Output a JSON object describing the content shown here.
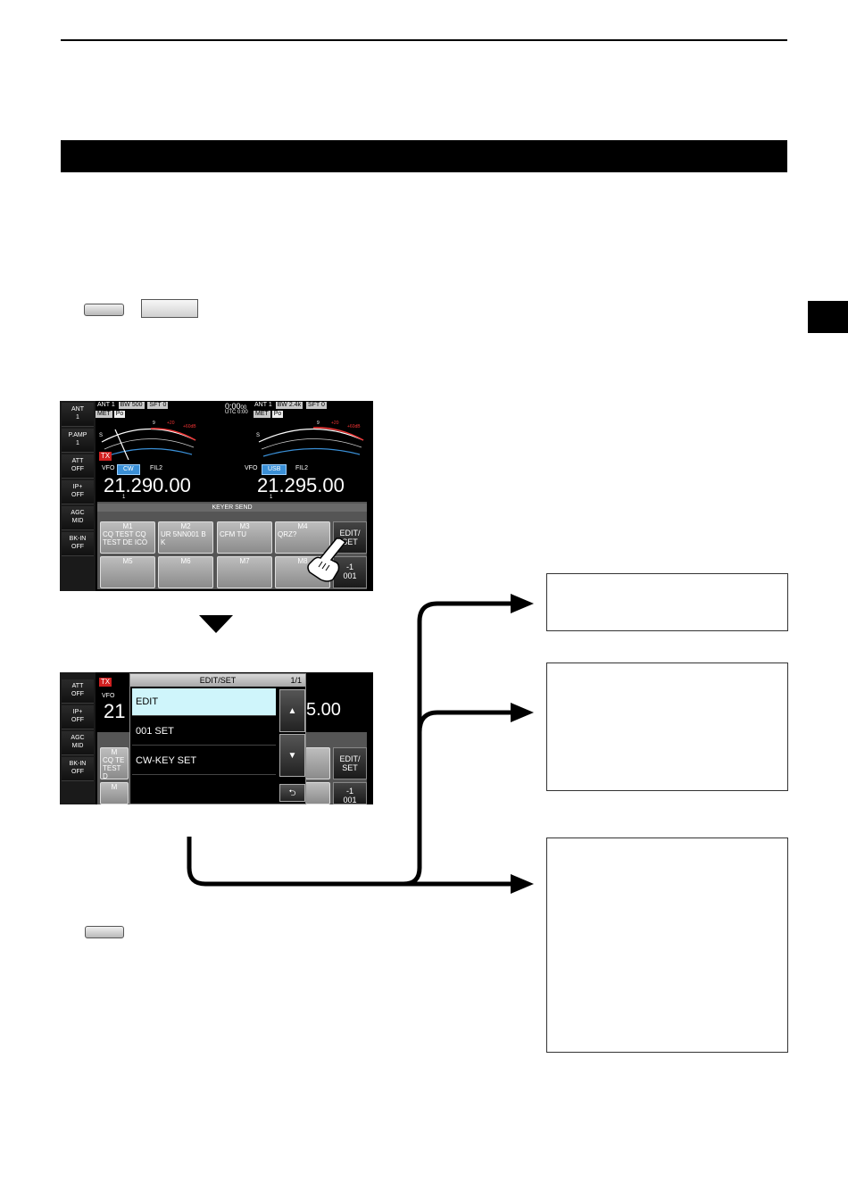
{
  "screen1": {
    "left_buttons": [
      {
        "name": "ANT",
        "value": "1"
      },
      {
        "name": "P.AMP",
        "value": "1"
      },
      {
        "name": "ATT",
        "value": "OFF"
      },
      {
        "name": "IP+",
        "value": "OFF"
      },
      {
        "name": "AGC",
        "value": "MID"
      },
      {
        "name": "BK-IN",
        "value": "OFF"
      }
    ],
    "main": {
      "ant": "ANT 1",
      "met": "MET",
      "po": "Po",
      "bw_label": "BW",
      "bw": "500",
      "sft_label": "SFT",
      "sft": "0",
      "tx": "TX",
      "vfo": "VFO",
      "mode": "CW",
      "fil": "FIL2",
      "freq": "21.290.00",
      "freq_sub": "1"
    },
    "sub": {
      "time": "0:00",
      "time_sec": "00",
      "utc": "UTC",
      "utc_time": "0:00",
      "ant": "ANT 1",
      "met": "MET",
      "po": "Po",
      "bw_label": "BW",
      "bw": "2.4k",
      "sft_label": "SFT",
      "sft": "0",
      "vfo": "VFO",
      "mode": "USB",
      "fil": "FIL2",
      "freq": "21.295.00",
      "freq_sub": "1"
    },
    "keyer": {
      "title": "KEYER SEND",
      "m1": {
        "label": "M1",
        "content": "CQ TEST CQ\nTEST DE ICO"
      },
      "m2": {
        "label": "M2",
        "content": "UR 5NN001 B\nK"
      },
      "m3": {
        "label": "M3",
        "content": "CFM TU"
      },
      "m4": {
        "label": "M4",
        "content": "QRZ?"
      },
      "m5": "M5",
      "m6": "M6",
      "m7": "M7",
      "m8": "M8",
      "edit_set": "EDIT/\nSET",
      "counter": "-1\n001"
    }
  },
  "screen2": {
    "left_buttons": [
      {
        "name": "ATT",
        "value": "OFF"
      },
      {
        "name": "IP+",
        "value": "OFF"
      },
      {
        "name": "AGC",
        "value": "MID"
      },
      {
        "name": "BK-IN",
        "value": "OFF"
      }
    ],
    "tx": "TX",
    "vfo": "VFO",
    "freq_left": "21",
    "freq_right": "5.00",
    "menu": {
      "title": "EDIT/SET",
      "page": "1/1",
      "items": [
        "EDIT",
        "001 SET",
        "CW-KEY SET",
        ""
      ],
      "up": "▲",
      "down": "▼",
      "back": "⮌"
    },
    "behind": {
      "m": "M",
      "test1": "CQ TE",
      "test2": "TEST D",
      "edit_set": "EDIT/\nSET",
      "counter": "-1\n001"
    }
  }
}
